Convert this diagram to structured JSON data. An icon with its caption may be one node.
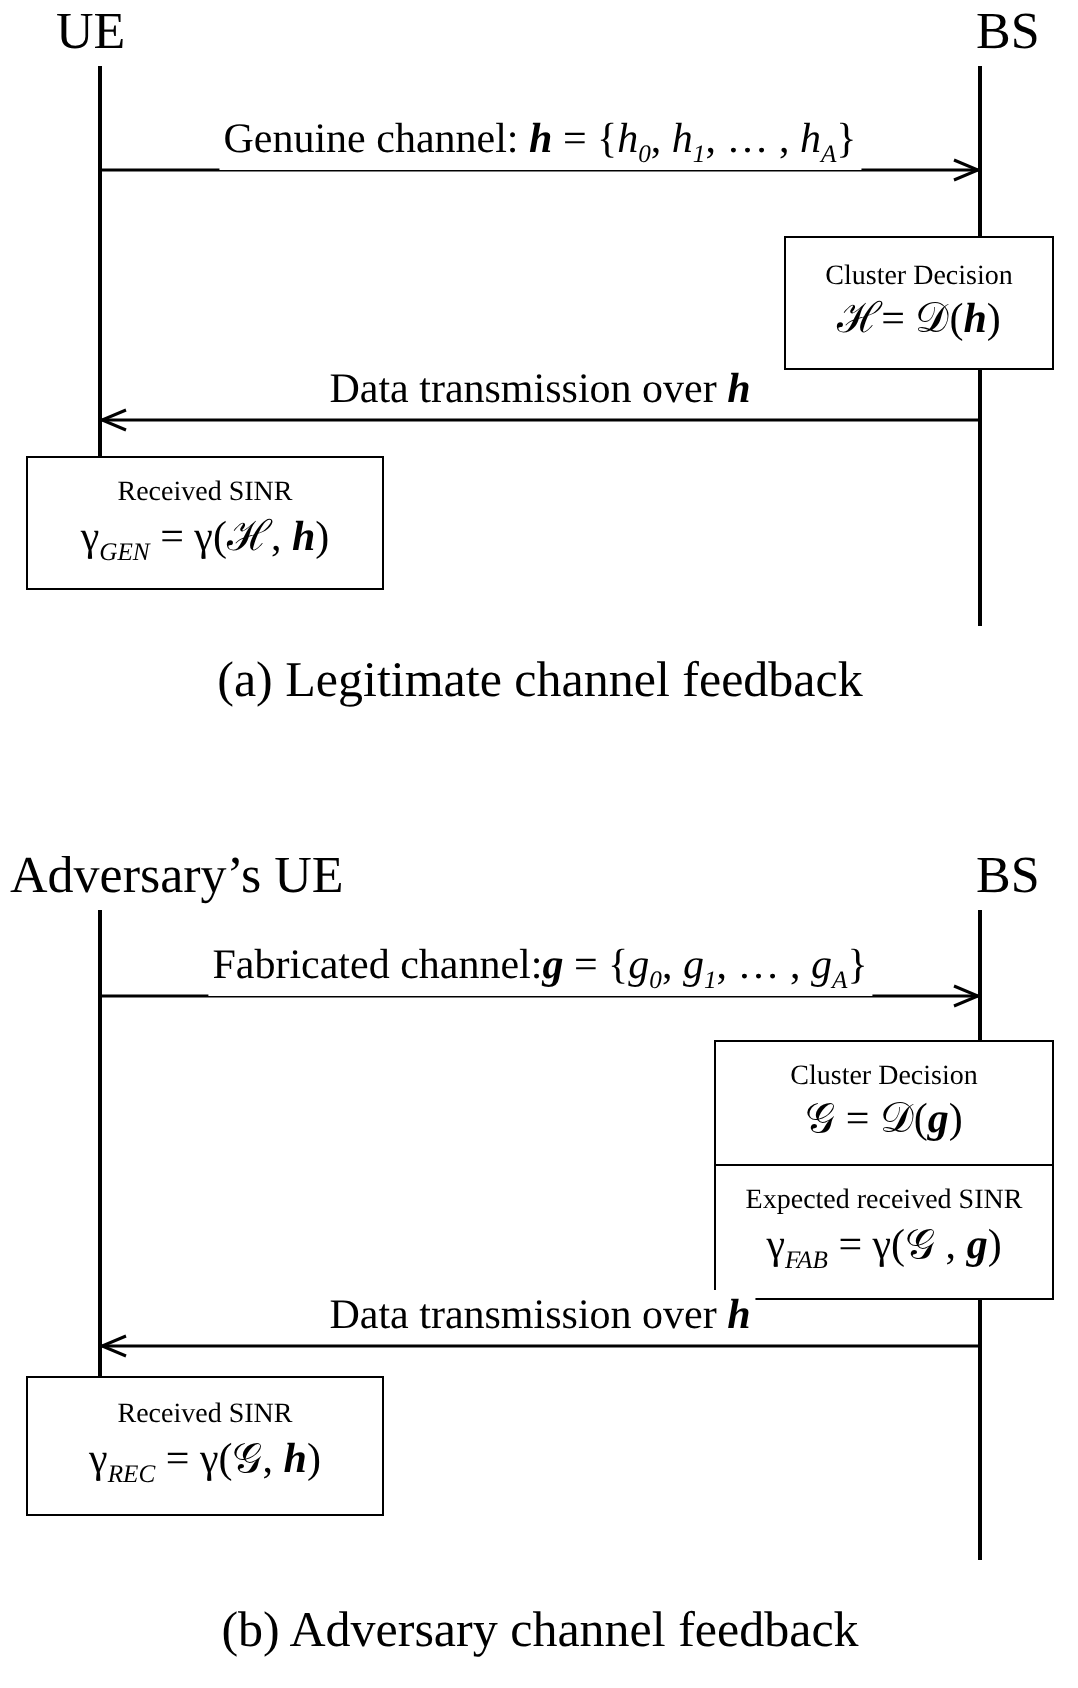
{
  "diagram": {
    "nodes": [
      {
        "text": [],
        "shape": "bar",
        "beside": [
          "UE"
        ]
      },
      {
        "text": [],
        "shape": "bar",
        "beside": [
          "BS"
        ]
      },
      {
        "text": [
          "Cluster Decision",
          "ℋ= 𝒟(**h**)"
        ]
      },
      {
        "text": [
          "Received SINR",
          "γ$_{GEN}$ = γ(ℋ, **h**)"
        ]
      },
      {
        "text": [],
        "shape": "bar",
        "beside": [
          "Adversary’s UE"
        ]
      },
      {
        "text": [],
        "shape": "bar",
        "beside": [
          "BS"
        ]
      },
      {
        "text": [
          "Cluster Decision",
          "𝒢 = 𝒟(**g**)"
        ]
      },
      {
        "text": [
          "Expected received SINR",
          "γ$_{FAB}$ = γ(𝒢 , **g**)"
        ]
      },
      {
        "text": [
          "Received SINR",
          "γ$_{REC}$ = γ(𝒢, **h**)"
        ]
      }
    ],
    "edges": [
      {
        "from": 0,
        "to": 1,
        "arrow": "to",
        "label": "Genuine channel: **h** = {*h*$_{0}$, *h*$_{1}$, … , *h*$_{A}$}"
      },
      {
        "from": 1,
        "to": 0,
        "arrow": "to",
        "label": "Data transmission over **h**"
      },
      {
        "from": 4,
        "to": 5,
        "arrow": "to",
        "label": "Fabricated channel:**g** = {*g*$_{0}$, *g*$_{1}$, … , *g*$_{A}$}"
      },
      {
        "from": 5,
        "to": 4,
        "arrow": "to",
        "label": "Data transmission over **h**"
      }
    ],
    "labels": [
      "(a) Legitimate channel feedback",
      "(b) Adversary channel feedback"
    ]
  }
}
